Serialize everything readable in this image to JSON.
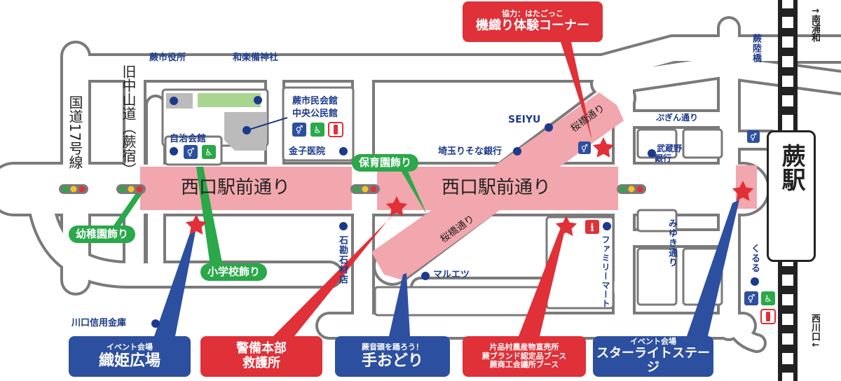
{
  "colors": {
    "road_gray": "#7a7a7a",
    "road_white": "#ffffff",
    "pink": "#f2a6ad",
    "red": "#e03038",
    "blue": "#2d4fa0",
    "green": "#2aa84a",
    "label_blue": "#1c3a8c"
  },
  "roads": {
    "nishiguchi_left": "西口駅前通り",
    "nishiguchi_right": "西口駅前通り",
    "sakurabashi_upper": "桜橋通り",
    "sakurabashi_lower": "桜橋通り",
    "kokudo": "国道17号線",
    "kyu_nakasendo": "旧中山道（蕨宿）",
    "pugin": "ぷぎん通り",
    "miyuki": "みゆき通り"
  },
  "places": {
    "shiyakusho": "蕨市役所",
    "wa_jinja": "和楽備神社",
    "kaikan_1": "蕨市民会館",
    "kaikan_2": "中央公民館",
    "jichikaikan": "自治会館",
    "kaneko": "金子医院",
    "seiyu": "SEIYU",
    "risona": "埼玉りそな銀行",
    "musashino_1": "武蔵野",
    "musashino_2": "銀行",
    "ishikan": "石勘石材店",
    "maruetsu": "マルエツ",
    "familymart": "ファミリーマート",
    "kururu": "くるる",
    "kawaguchi_shinkin": "川口信用金庫",
    "warabi_rikkyo": "蕨陸橋",
    "station": "蕨駅",
    "minami_urawa": "↑南浦和",
    "nishi_kawaguchi": "西川口↓"
  },
  "decorations": {
    "hoikuen": "保育園飾り",
    "yochien": "幼稚園飾り",
    "shogakko": "小学校飾り"
  },
  "callouts": {
    "hataori_top": "協力：はたごっこ",
    "hataori_main": "機織り体験コーナー",
    "orihime_top": "イベント会場",
    "orihime_main": "織姫広場",
    "keibi_1": "警備本部",
    "keibi_2": "救護所",
    "teodori_top": "蕨音頭を踊ろう！",
    "teodori_main": "手おどり",
    "booth_1": "片品村農産物直売所",
    "booth_2": "蕨ブランド認定品ブース",
    "booth_3": "蕨商工会議所ブース",
    "starlight_top": "イベント会場",
    "starlight_main": "スターライトステージ"
  },
  "icons": [
    "restroom-icon",
    "wheelchair-icon",
    "fire-extinguisher-icon",
    "info-icon",
    "traffic-light-icon",
    "star-marker-icon"
  ]
}
